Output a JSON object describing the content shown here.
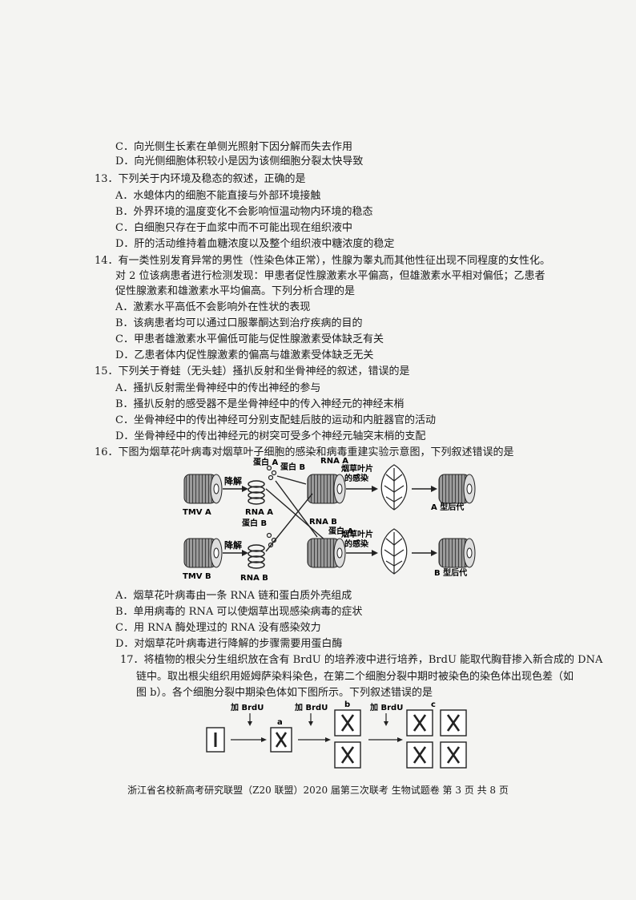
{
  "lines_top": [
    "C．向光侧生长素在单侧光照射下因分解而失去作用",
    "D．向光侧细胞体积较小是因为该侧细胞分裂太快导致"
  ],
  "q13": {
    "stem": "13．下列关于内环境及稳态的叙述，正确的是",
    "options": [
      "A．水螅体内的细胞不能直接与外部环境接触",
      "B．外界环境的温度变化不会影响恒温动物内环境的稳态",
      "C．白细胞只存在于血浆中而不可能出现在组织液中",
      "D．肝的活动维持着血糖浓度以及整个组织液中糖浓度的稳定"
    ]
  },
  "q14": {
    "stem": [
      "14．有一类性别发育异常的男性（性染色体正常），性腺为睾丸而其他性征出现不同程度的女性化。",
      "对 2 位该病患者进行检测发现：甲患者促性腺激素水平偏高，但雄激素水平相对偏低；乙患者",
      "促性腺激素和雄激素水平均偏高。下列分析合理的是"
    ],
    "options": [
      "A．激素水平高低不会影响外在性状的表现",
      "B．该病患者均可以通过口服睾酮达到治疗疾病的目的",
      "C．甲患者雄激素水平偏低可能与促性腺激素受体缺乏有关",
      "D．乙患者体内促性腺激素的偏高与雄激素受体缺乏无关"
    ]
  },
  "q15": {
    "stem": "15．下列关于脊蛙（无头蛙）搔扒反射和坐骨神经的叙述，错误的是",
    "options": [
      "A．搔扒反射需坐骨神经中的传出神经的参与",
      "B．搔扒反射的感受器不是坐骨神经中的传入神经元的神经末梢",
      "C．坐骨神经中的传出神经可分别支配蛙后肢的运动和内脏器官的活动",
      "D．坐骨神经中的传出神经元的树突可受多个神经元轴突末梢的支配"
    ]
  },
  "q16": {
    "stem": "16．下图为烟草花叶病毒对烟草叶子细胞的感染和病毒重建实验示意图，下列叙述错误的是",
    "diagram": {
      "tmv_a": "TMV A",
      "tmv_b": "TMV B",
      "degrade_1": "降解",
      "degrade_2": "降解",
      "rna_a_1": "RNA A",
      "rna_a_2": "RNA A",
      "protein_a_1": "蛋白 A",
      "protein_a_2": "蛋白 A",
      "rna_b_1": "RNA B",
      "rna_b_2": "RNA B",
      "protein_b_1": "蛋白 B",
      "protein_b_2": "蛋白 B",
      "infect_1": "烟草叶片",
      "infect_1b": "的感染",
      "infect_2": "烟草叶片",
      "infect_2b": "的感染",
      "offspring_a": "A 型后代",
      "offspring_b": "B 型后代"
    },
    "options": [
      "A．烟草花叶病毒由一条 RNA 链和蛋白质外壳组成",
      "B．单用病毒的 RNA 可以使烟草出现感染病毒的症状",
      "C．用 RNA 酶处理过的 RNA 没有感染效力",
      "D．对烟草花叶病毒进行降解的步骤需要用蛋白酶"
    ]
  },
  "q17": {
    "stem": [
      "17．将植物的根尖分生组织放在含有 BrdU 的培养液中进行培养，BrdU 能取代胸苷掺入新合成的 DNA",
      "链中。取出根尖组织用姬姆萨染料染色，在第二个细胞分裂中期时被染色的染色体出现色差（如",
      "图 b）。各个细胞分裂中期染色体如下图所示。下列叙述错误的是"
    ],
    "diagram": {
      "add_1": "加 BrdU",
      "add_2": "加 BrdU",
      "add_3": "加 BrdU",
      "label_a": "a",
      "label_b": "b",
      "label_c": "c"
    }
  },
  "footer": "浙江省名校新高考研究联盟（Z20 联盟）2020 届第三次联考  生物试题卷  第 3 页 共 8 页"
}
